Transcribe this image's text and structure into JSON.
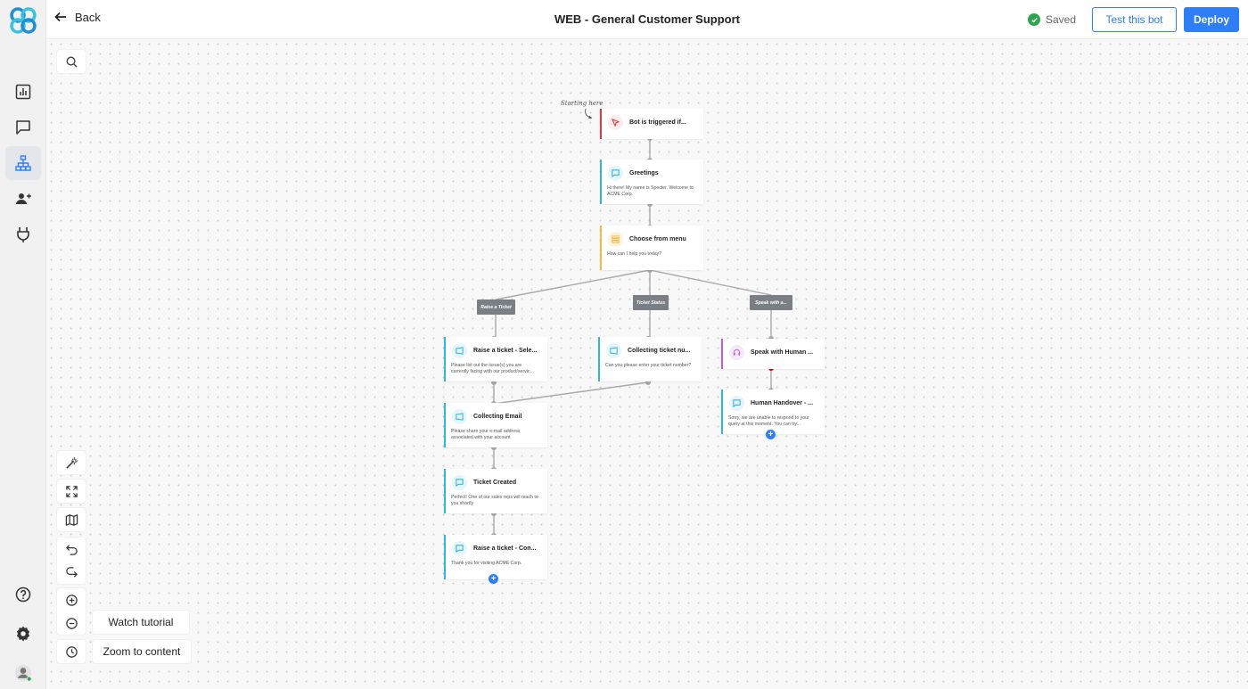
{
  "header": {
    "back_label": "Back",
    "title": "WEB - General Customer Support",
    "saved_label": "Saved",
    "test_label": "Test this bot",
    "deploy_label": "Deploy"
  },
  "sidebar": {
    "items": [
      {
        "icon": "analytics-icon"
      },
      {
        "icon": "chat-icon"
      },
      {
        "icon": "flow-icon",
        "active": true
      },
      {
        "icon": "users-icon"
      },
      {
        "icon": "plug-icon"
      }
    ],
    "bottom": [
      {
        "icon": "help-icon"
      },
      {
        "icon": "settings-icon"
      },
      {
        "icon": "avatar-icon"
      }
    ]
  },
  "canvas_tools": {
    "watch_tutorial": "Watch tutorial",
    "zoom_to_content": "Zoom to content"
  },
  "annotation": "Starting here",
  "tags": {
    "raise": "Raise a Ticket",
    "status": "Ticket Status",
    "speak": "Speak with a..."
  },
  "nodes": {
    "trigger": {
      "title": "Bot is triggered if...",
      "desc": ""
    },
    "greetings": {
      "title": "Greetings",
      "desc": "Hi there! My name is Specter. Welcome to ACME Corp."
    },
    "menu": {
      "title": "Choose from menu",
      "desc": "How can I help you today?"
    },
    "raise_select": {
      "title": "Raise a ticket - Sele...",
      "desc": "Please list out the issue(s) you are currently facing with our product/servic..."
    },
    "collect_ticket": {
      "title": "Collecting ticket nu...",
      "desc": "Can you please enter your ticket number?"
    },
    "speak_human": {
      "title": "Speak with Human ...",
      "desc": ""
    },
    "collect_email": {
      "title": "Collecting Email",
      "desc": "Please share your e-mail address associated with your account"
    },
    "ticket_created": {
      "title": "Ticket Created",
      "desc": "Perfect! One of our sales reps will reach to you shortly"
    },
    "raise_con": {
      "title": "Raise a ticket - Con...",
      "desc": "Thank you for visiting ACME Corp."
    },
    "handover": {
      "title": "Human Handover - ...",
      "desc": "Sorry, we are unable to respond to your query at this moment. You can try..."
    }
  },
  "colors": {
    "accent": "#2d7ef7",
    "trigger": "#e8343f",
    "message": "#31b6d6",
    "menu": "#f6b942",
    "human": "#c45ad8",
    "saved": "#2da44e"
  }
}
